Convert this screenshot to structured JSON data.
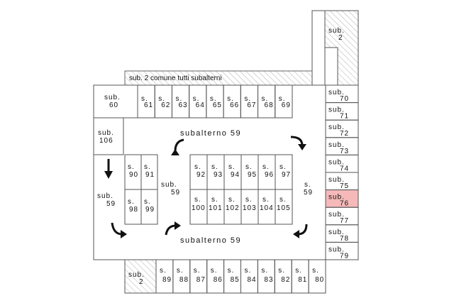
{
  "plan": {
    "title": "",
    "common_area": {
      "label": "sub. 2 comune tutti subalterni"
    },
    "hatched": [
      {
        "id": "sub2-top-right",
        "line1": "sub.",
        "line2": "2"
      },
      {
        "id": "sub2-bottom-left",
        "line1": "sub.",
        "line2": "2"
      }
    ],
    "large_units": [
      {
        "id": "sub60",
        "line1": "sub.",
        "line2": "60"
      },
      {
        "id": "sub106",
        "line1": "sub.",
        "line2": "106"
      },
      {
        "id": "sub59-left",
        "line1": "sub.",
        "line2": "59"
      }
    ],
    "top_row": [
      {
        "n": "61"
      },
      {
        "n": "62"
      },
      {
        "n": "63"
      },
      {
        "n": "64"
      },
      {
        "n": "65"
      },
      {
        "n": "66"
      },
      {
        "n": "67"
      },
      {
        "n": "68"
      },
      {
        "n": "69"
      }
    ],
    "right_column": [
      {
        "n": "70",
        "highlight": false
      },
      {
        "n": "71",
        "highlight": false
      },
      {
        "n": "72",
        "highlight": false
      },
      {
        "n": "73",
        "highlight": false
      },
      {
        "n": "74",
        "highlight": false
      },
      {
        "n": "75",
        "highlight": false
      },
      {
        "n": "76",
        "highlight": true
      },
      {
        "n": "77",
        "highlight": false
      },
      {
        "n": "78",
        "highlight": false
      },
      {
        "n": "79",
        "highlight": false
      }
    ],
    "bottom_row": [
      {
        "n": "89"
      },
      {
        "n": "88"
      },
      {
        "n": "87"
      },
      {
        "n": "86"
      },
      {
        "n": "85"
      },
      {
        "n": "84"
      },
      {
        "n": "83"
      },
      {
        "n": "82"
      },
      {
        "n": "81"
      },
      {
        "n": "80"
      }
    ],
    "left_island": [
      {
        "n": "90"
      },
      {
        "n": "91"
      },
      {
        "n": "98"
      },
      {
        "n": "99"
      }
    ],
    "center_island_top": [
      {
        "n": "92"
      },
      {
        "n": "93"
      },
      {
        "n": "94"
      },
      {
        "n": "95"
      },
      {
        "n": "96"
      },
      {
        "n": "97"
      }
    ],
    "center_island_bottom": [
      {
        "n": "100"
      },
      {
        "n": "101"
      },
      {
        "n": "102"
      },
      {
        "n": "103"
      },
      {
        "n": "104"
      },
      {
        "n": "105"
      }
    ],
    "prefix_short": "s.",
    "prefix_long": "sub.",
    "driveway_labels": {
      "top": "subalterno 59",
      "bottom": "subalterno 59",
      "mid_left_line1": "sub.",
      "mid_left_line2": "59",
      "mid_right_line1": "s.",
      "mid_right_line2": "59"
    },
    "colors": {
      "line": "#555555",
      "hatch": "#888888",
      "highlight": "#f5b9b9",
      "arrow": "#111111"
    }
  }
}
